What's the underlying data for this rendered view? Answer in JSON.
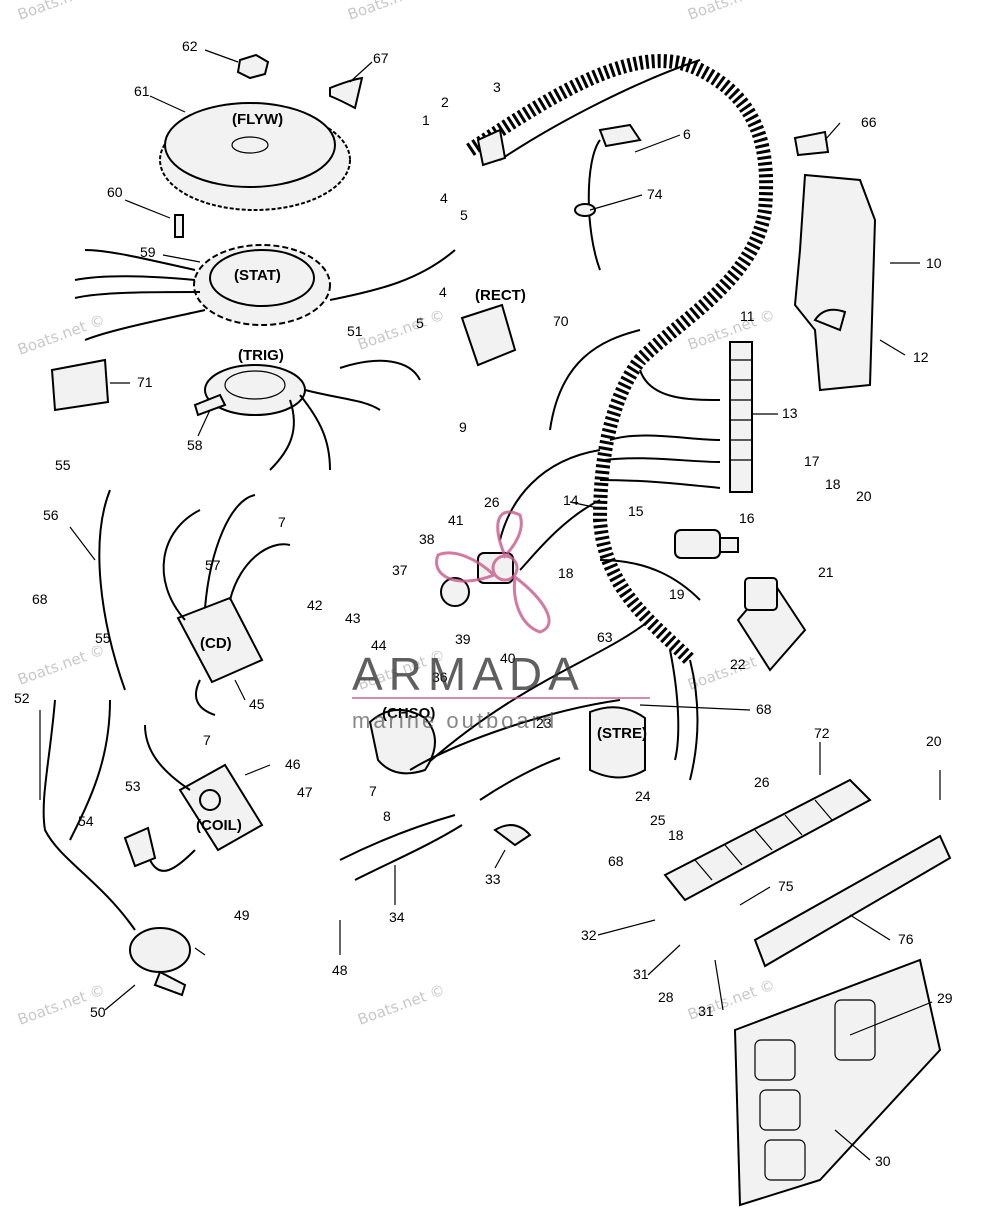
{
  "part_numbers": [
    "1",
    "2",
    "3",
    "4",
    "4",
    "5",
    "5",
    "6",
    "7",
    "7",
    "7",
    "8",
    "9",
    "10",
    "11",
    "12",
    "13",
    "14",
    "15",
    "16",
    "17",
    "18",
    "18",
    "18",
    "19",
    "20",
    "20",
    "21",
    "22",
    "23",
    "24",
    "25",
    "26",
    "26",
    "28",
    "29",
    "30",
    "31",
    "31",
    "32",
    "33",
    "34",
    "36",
    "37",
    "38",
    "39",
    "40",
    "41",
    "42",
    "43",
    "44",
    "45",
    "46",
    "47",
    "48",
    "49",
    "50",
    "51",
    "52",
    "53",
    "54",
    "55",
    "55",
    "56",
    "57",
    "58",
    "59",
    "60",
    "61",
    "62",
    "63",
    "66",
    "67",
    "68",
    "68",
    "68",
    "70",
    "71",
    "72",
    "74",
    "75",
    "76"
  ],
  "component_labels": {
    "flywheel": "(FLYW)",
    "stator": "(STAT)",
    "trigger": "(TRIG)",
    "rectifier": "(RECT)",
    "cd_module": "(CD)",
    "coil": "(COIL)",
    "choke_solenoid": "(CHSO)",
    "starter_solenoid": "(STRE)"
  },
  "watermarks": [
    "Boats.net ©",
    "Boats.net ©",
    "Boats.net ©",
    "Boats.net ©",
    "Boats.net ©",
    "Boats.net ©",
    "Boats.net ©",
    "Boats.net ©",
    "Boats.net ©",
    "Boats.net ©",
    "Boats.net ©",
    "Boats.net ©"
  ],
  "brand": {
    "name": "ARMADA",
    "tagline": "marine outboard"
  }
}
